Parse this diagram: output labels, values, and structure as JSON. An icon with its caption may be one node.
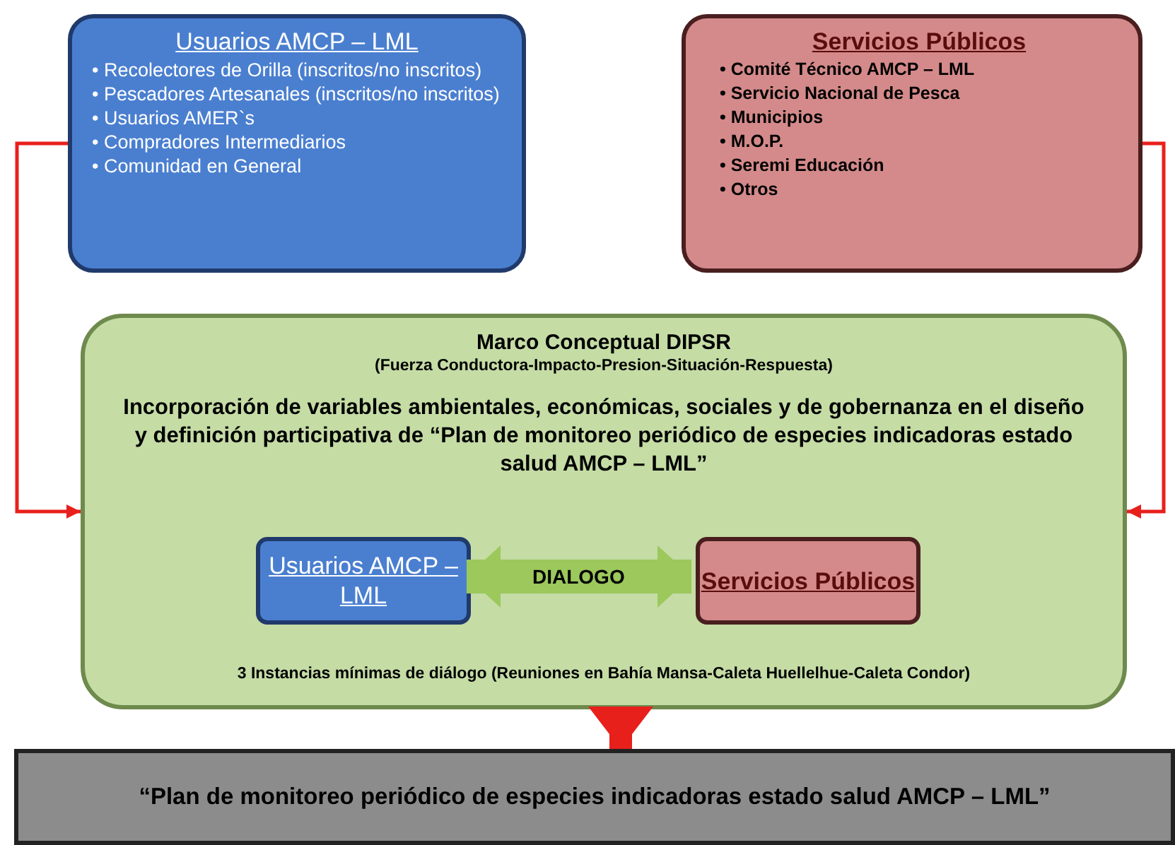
{
  "diagram": {
    "nodes": [
      {
        "text": [
          "Usuarios AMCP – LML",
          "• Recolectores de Orilla (inscritos/no inscritos)",
          "• Pescadores Artesanales (inscritos/no inscritos)",
          "• Usuarios AMER`s",
          "• Compradores Intermediarios",
          "• Comunidad en General"
        ]
      },
      {
        "text": [
          "Servicios Públicos",
          "• Comité Técnico AMCP – LML",
          "• Servicio Nacional de Pesca",
          "• Municipios",
          "• M.O.P.",
          "• Seremi Educación",
          "• Otros"
        ]
      },
      {
        "text": [
          "Marco Conceptual DIPSR",
          "(Fuerza Conductora-Impacto-Presion-Situación-Respuesta)",
          "Incorporación de variables ambientales, económicas, sociales y de gobernanza en el diseño y definición participativa de “Plan de monitoreo periódico de especies indicadoras estado salud AMCP – LML”",
          "3 Instancias mínimas de diálogo (Reuniones en Bahía Mansa-Caleta Huellelhue-Caleta Condor)"
        ]
      },
      {
        "text": [
          "Usuarios AMCP – LML"
        ],
        "in": 2
      },
      {
        "text": [
          "Servicios Públicos"
        ],
        "in": 2
      },
      {
        "text": [
          "“Plan de monitoreo periódico de especies indicadoras estado salud AMCP – LML”"
        ]
      }
    ],
    "edges": [
      {
        "from": 0,
        "to": 2,
        "arrow": "to"
      },
      {
        "from": 1,
        "to": 2,
        "arrow": "to"
      },
      {
        "from": 3,
        "to": 4,
        "arrow": "both",
        "label": "DIALOGO",
        "style": "thick",
        "color": "#9cc85c"
      },
      {
        "from": 2,
        "to": 5,
        "arrow": "to",
        "style": "thick"
      }
    ]
  }
}
